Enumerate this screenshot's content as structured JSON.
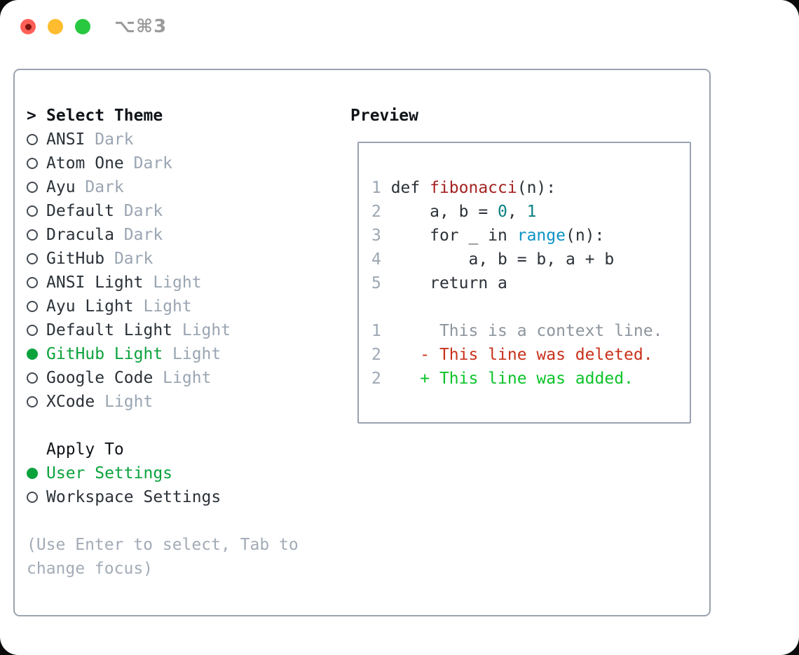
{
  "window": {
    "title": "⌥⌘3"
  },
  "titlebar": {
    "lights": [
      "close",
      "minimize",
      "zoom"
    ]
  },
  "theme_menu": {
    "prompt": ">",
    "header": "Select Theme",
    "items": [
      {
        "name": "ANSI",
        "variant": "Dark",
        "selected": false
      },
      {
        "name": "Atom One",
        "variant": "Dark",
        "selected": false
      },
      {
        "name": "Ayu",
        "variant": "Dark",
        "selected": false
      },
      {
        "name": "Default",
        "variant": "Dark",
        "selected": false
      },
      {
        "name": "Dracula",
        "variant": "Dark",
        "selected": false
      },
      {
        "name": "GitHub",
        "variant": "Dark",
        "selected": false
      },
      {
        "name": "ANSI Light",
        "variant": "Light",
        "selected": false
      },
      {
        "name": "Ayu Light",
        "variant": "Light",
        "selected": false
      },
      {
        "name": "Default Light",
        "variant": "Light",
        "selected": false
      },
      {
        "name": "GitHub Light",
        "variant": "Light",
        "selected": true
      },
      {
        "name": "Google Code",
        "variant": "Light",
        "selected": false
      },
      {
        "name": "XCode",
        "variant": "Light",
        "selected": false
      }
    ]
  },
  "apply_to": {
    "header": "Apply To",
    "options": [
      {
        "label": "User Settings",
        "selected": true
      },
      {
        "label": "Workspace Settings",
        "selected": false
      }
    ]
  },
  "hint": {
    "line1": "(Use Enter to select, Tab to",
    "line2": "change focus)"
  },
  "preview": {
    "title": "Preview",
    "code_lines": [
      [
        [
          "g",
          "1 "
        ],
        [
          "p",
          "def "
        ],
        [
          "fn",
          "fibonacci"
        ],
        [
          "p",
          "(n):"
        ]
      ],
      [
        [
          "g",
          "2"
        ],
        [
          "p",
          "     a, b = "
        ],
        [
          "num",
          "0"
        ],
        [
          "p",
          ", "
        ],
        [
          "num",
          "1"
        ]
      ],
      [
        [
          "g",
          "3"
        ],
        [
          "p",
          "     for _ in "
        ],
        [
          "bi",
          "range"
        ],
        [
          "p",
          "(n):"
        ]
      ],
      [
        [
          "g",
          "4"
        ],
        [
          "p",
          "         a, b = b, a + b"
        ]
      ],
      [
        [
          "g",
          "5"
        ],
        [
          "p",
          "     return a"
        ]
      ],
      [],
      [
        [
          "g",
          "1"
        ],
        [
          "ctx",
          "      This is a context line."
        ]
      ],
      [
        [
          "g",
          "2"
        ],
        [
          "p",
          "    "
        ],
        [
          "del",
          "- This line was deleted."
        ]
      ],
      [
        [
          "g",
          "2"
        ],
        [
          "p",
          "    "
        ],
        [
          "add",
          "+ This line was added."
        ]
      ]
    ]
  },
  "colors": {
    "accent_green": "#0ba23c",
    "added_green": "#0cc32a",
    "deleted_red": "#c8311b",
    "function_red": "#a42222",
    "number_teal": "#0c8181",
    "builtin_blue": "#0d93c6",
    "gutter_gray": "#9ca7b4",
    "muted_gray": "#9aa5b2",
    "hint_gray": "#a2abb6",
    "context_gray": "#8d959d",
    "text_dark": "#2b3138",
    "border_gray": "#9aa3b0",
    "titlebar_gray": "#9b9b9b",
    "light_red": "#ff5f57",
    "light_yellow": "#febc2e",
    "light_green": "#28c840"
  }
}
